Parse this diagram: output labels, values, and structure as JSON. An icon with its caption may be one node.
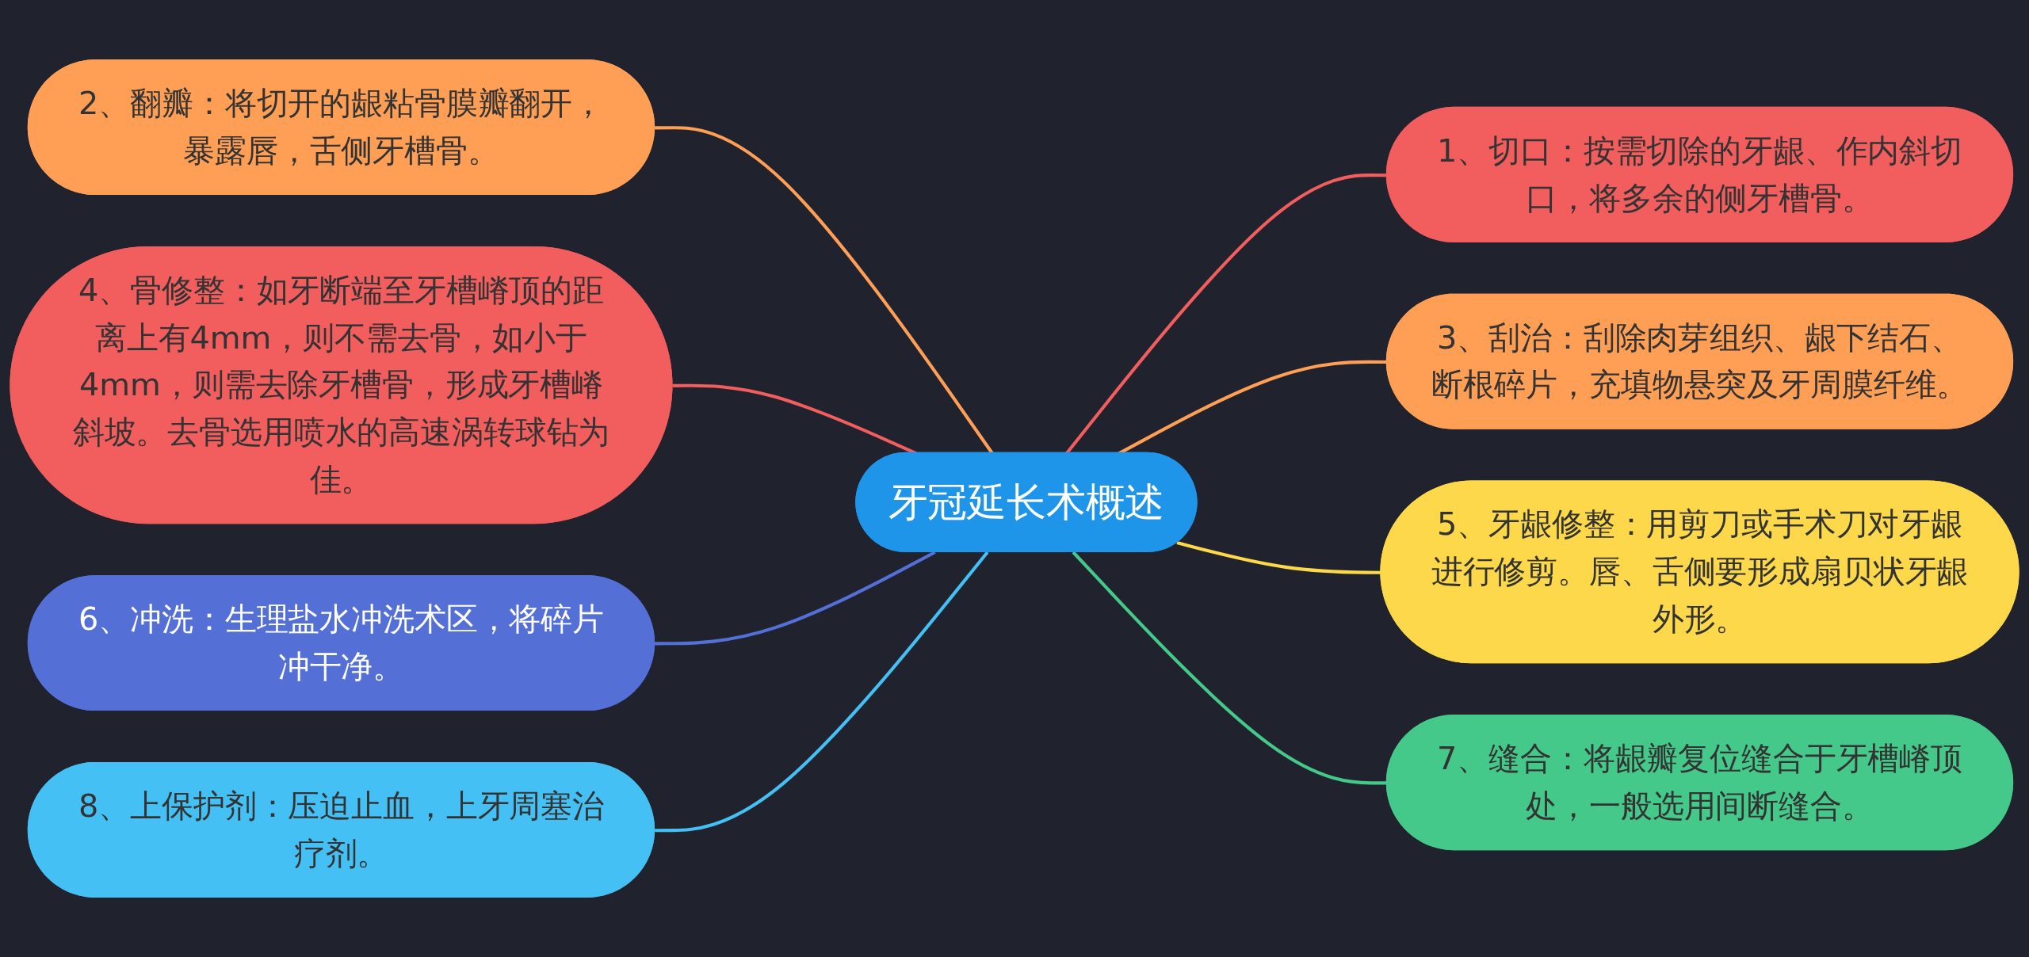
{
  "diagram": {
    "nodes": [
      {
        "text": [
          "牙冠延长术概述"
        ]
      },
      {
        "text": [
          "1、切口：按需切除的牙龈、作内斜切口，将多余的侧牙槽骨。"
        ]
      },
      {
        "text": [
          "2、翻瓣：将切开的龈粘骨膜瓣翻开，暴露唇，舌侧牙槽骨。"
        ]
      },
      {
        "text": [
          "3、刮治：刮除肉芽组织、龈下结石、断根碎片，充填物悬突及牙周膜纤维。"
        ]
      },
      {
        "text": [
          "4、骨修整：如牙断端至牙槽嵴顶的距离上有4mm，则不需去骨，如小于4mm，则需去除牙槽骨，形成牙槽嵴斜坡。去骨选用喷水的高速涡转球钻为佳。"
        ]
      },
      {
        "text": [
          "5、牙龈修整：用剪刀或手术刀对牙龈进行修剪。唇、舌侧要形成扇贝状牙龈外形。"
        ]
      },
      {
        "text": [
          "6、冲洗：生理盐水冲洗术区，将碎片冲干净。"
        ]
      },
      {
        "text": [
          "7、缝合：将龈瓣复位缝合于牙槽嵴顶处，一般选用间断缝合。"
        ]
      },
      {
        "text": [
          "8、上保护剂：压迫止血，上牙周塞治疗剂。"
        ]
      }
    ],
    "edges": [
      {
        "from": 0,
        "to": 1,
        "arrow": "none",
        "color": "#f25d5d"
      },
      {
        "from": 2,
        "to": 0,
        "arrow": "none",
        "color": "#ff9f55"
      },
      {
        "from": 0,
        "to": 3,
        "arrow": "none",
        "color": "#ff9f55"
      },
      {
        "from": 4,
        "to": 0,
        "arrow": "none",
        "color": "#f25d5d"
      },
      {
        "from": 0,
        "to": 5,
        "arrow": "none",
        "color": "#fcd84a"
      },
      {
        "from": 6,
        "to": 0,
        "arrow": "none",
        "color": "#5470d6"
      },
      {
        "from": 0,
        "to": 7,
        "arrow": "none",
        "color": "#45c98a"
      },
      {
        "from": 8,
        "to": 0,
        "arrow": "none",
        "color": "#45c0f5"
      }
    ]
  }
}
